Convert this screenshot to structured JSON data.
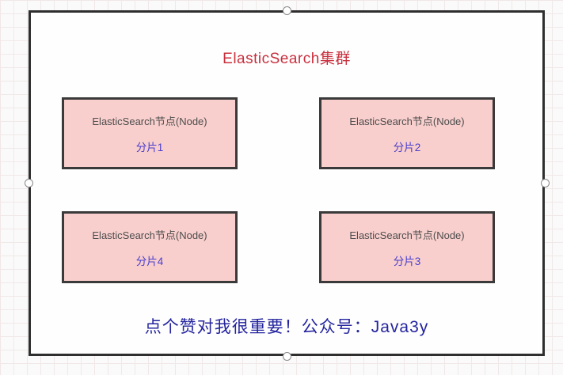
{
  "canvas": {
    "title": "ElasticSearch集群",
    "footer": "点个赞对我很重要！公众号：Java3y"
  },
  "nodes": [
    {
      "label": "ElasticSearch节点(Node)",
      "shard": "分片1"
    },
    {
      "label": "ElasticSearch节点(Node)",
      "shard": "分片2"
    },
    {
      "label": "ElasticSearch节点(Node)",
      "shard": "分片4"
    },
    {
      "label": "ElasticSearch节点(Node)",
      "shard": "分片3"
    }
  ],
  "colors": {
    "title_red": "#c9303e",
    "node_fill": "#f8cfcd",
    "node_border": "#3a3a3a",
    "node_text": "#4d4d4d",
    "shard_blue": "#4a3ecb",
    "footer_blue": "#24249f",
    "canvas_border": "#2e2e2e",
    "handle_stroke": "#8a8a8a"
  }
}
